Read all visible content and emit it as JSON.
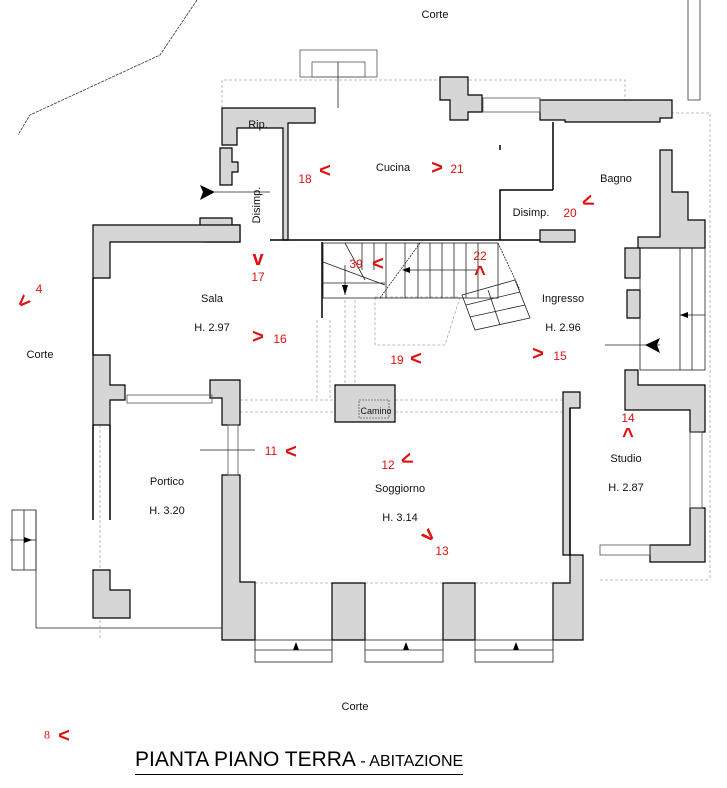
{
  "title": {
    "main": "PIANTA PIANO TERRA",
    "sub": " - ABITAZIONE"
  },
  "outdoor": [
    {
      "id": "corte-top",
      "label": "Corte"
    },
    {
      "id": "corte-left",
      "label": "Corte"
    },
    {
      "id": "corte-bottom",
      "label": "Corte"
    }
  ],
  "rooms": [
    {
      "id": "rip",
      "name": "Rip.",
      "height": ""
    },
    {
      "id": "cucina",
      "name": "Cucina",
      "height": ""
    },
    {
      "id": "disimp-left",
      "name": "Disimp.",
      "height": ""
    },
    {
      "id": "bagno",
      "name": "Bagno",
      "height": ""
    },
    {
      "id": "disimp-right",
      "name": "Disimp.",
      "height": ""
    },
    {
      "id": "sala",
      "name": "Sala",
      "height": "H. 2.97"
    },
    {
      "id": "ingresso",
      "name": "Ingresso",
      "height": "H. 2.96"
    },
    {
      "id": "portico",
      "name": "Portico",
      "height": "H. 3.20"
    },
    {
      "id": "soggiorno",
      "name": "Soggiorno",
      "height": "H. 3.14"
    },
    {
      "id": "studio",
      "name": "Studio",
      "height": "H. 2.87"
    }
  ],
  "fixtures": {
    "camino": "Camino"
  },
  "photo_markers": [
    {
      "number": "4",
      "direction": "up-right"
    },
    {
      "number": "8",
      "direction": "left"
    },
    {
      "number": "11",
      "direction": "left"
    },
    {
      "number": "12",
      "direction": "left-down"
    },
    {
      "number": "13",
      "direction": "down-right"
    },
    {
      "number": "14",
      "direction": "up"
    },
    {
      "number": "15",
      "direction": "right"
    },
    {
      "number": "16",
      "direction": "right"
    },
    {
      "number": "17",
      "direction": "down"
    },
    {
      "number": "18",
      "direction": "left"
    },
    {
      "number": "19",
      "direction": "left"
    },
    {
      "number": "20",
      "direction": "down-left"
    },
    {
      "number": "21",
      "direction": "right"
    },
    {
      "number": "22",
      "direction": "up"
    },
    {
      "number": "39",
      "direction": "left"
    }
  ],
  "colors": {
    "wall_fill": "#d6d6d6",
    "wall_stroke": "#000000",
    "marker": "#e01010",
    "dashed": "#aaaaaa"
  }
}
